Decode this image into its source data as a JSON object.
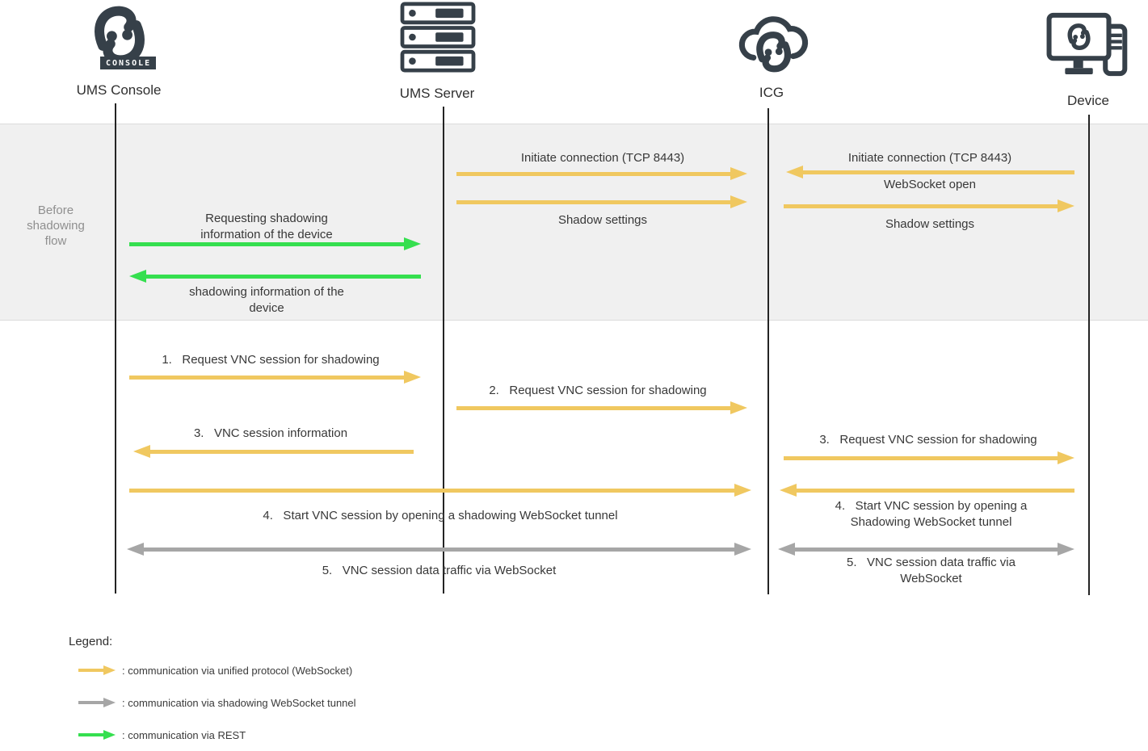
{
  "actors": [
    {
      "label": "UMS Console",
      "badge": "CONSOLE"
    },
    {
      "label": "UMS Server"
    },
    {
      "label": "ICG"
    },
    {
      "label": "Device"
    }
  ],
  "phase": {
    "label": "Before\nshadowing\nflow"
  },
  "messages": {
    "init_server_icg": "Initiate connection (TCP 8443)",
    "shadow_settings_mid": "Shadow settings",
    "init_device_icg": "Initiate connection (TCP 8443)",
    "websocket_open": "WebSocket open",
    "shadow_settings_right": "Shadow settings",
    "request_shadow_info": "Requesting shadowing\ninformation of the device",
    "shadow_info_reply": "shadowing information of the\ndevice",
    "step1": "1.   Request VNC session for shadowing",
    "step2": "2.   Request VNC session for shadowing",
    "step3_left": "3.   VNC session information",
    "step3_right": "3.   Request VNC session for shadowing",
    "step4_left": "4.   Start VNC session by opening a shadowing WebSocket tunnel",
    "step4_right": "4.   Start VNC session by opening a\nShadowing WebSocket tunnel",
    "step5_left": "5.   VNC session data traffic via WebSocket",
    "step5_right": "5.   VNC session data traffic via\nWebSocket"
  },
  "legend": {
    "title": "Legend:",
    "items": [
      {
        "name": "unified-protocol",
        "color": "#F0C860",
        "label": ": communication via unified protocol (WebSocket)"
      },
      {
        "name": "shadowing-tunnel",
        "color": "#A6A6A6",
        "label": ": communication via shadowing WebSocket tunnel"
      },
      {
        "name": "rest",
        "color": "#35DF4F",
        "label": ": communication via REST"
      }
    ]
  },
  "colors": {
    "unified_protocol": "#F0C860",
    "websocket_tunnel": "#A6A6A6",
    "rest": "#35DF4F",
    "ink": "#364049",
    "band_background": "#f0f0f0"
  }
}
